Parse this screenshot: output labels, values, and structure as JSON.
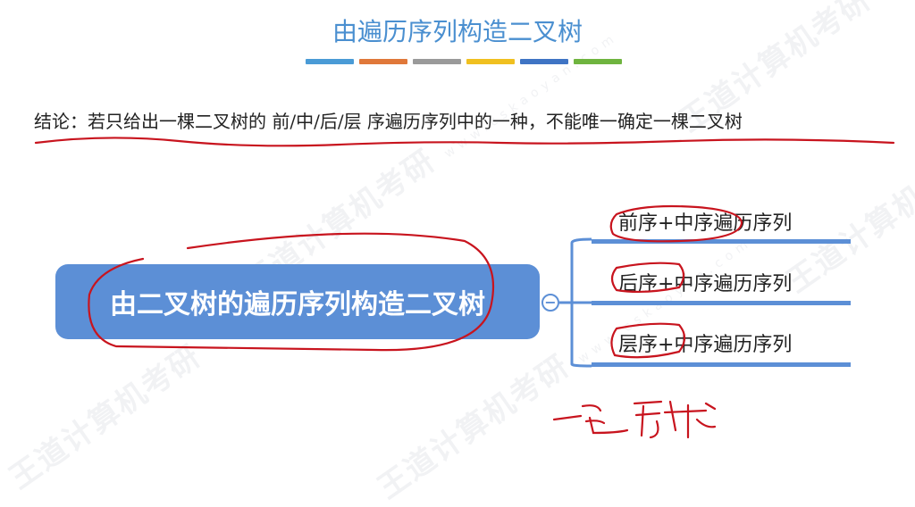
{
  "title": "由遍历序列构造二叉树",
  "accent_colors": [
    "#4a9bd6",
    "#e0783a",
    "#9a9a9a",
    "#f0c020",
    "#3f74c4",
    "#6fb43f"
  ],
  "conclusion": "结论：若只给出一棵二叉树的 前/中/后/层 序遍历序列中的一种，不能唯一确定一棵二叉树",
  "mindmap": {
    "root": "由二叉树的遍历序列构造二叉树",
    "collapse_symbol": "−",
    "branches": [
      "前序+中序遍历序列",
      "后序+中序遍历序列",
      "层序+中序遍历序列"
    ]
  },
  "watermark": {
    "brand": "王道计算机考研",
    "site": "www.cskaoyan.com"
  }
}
